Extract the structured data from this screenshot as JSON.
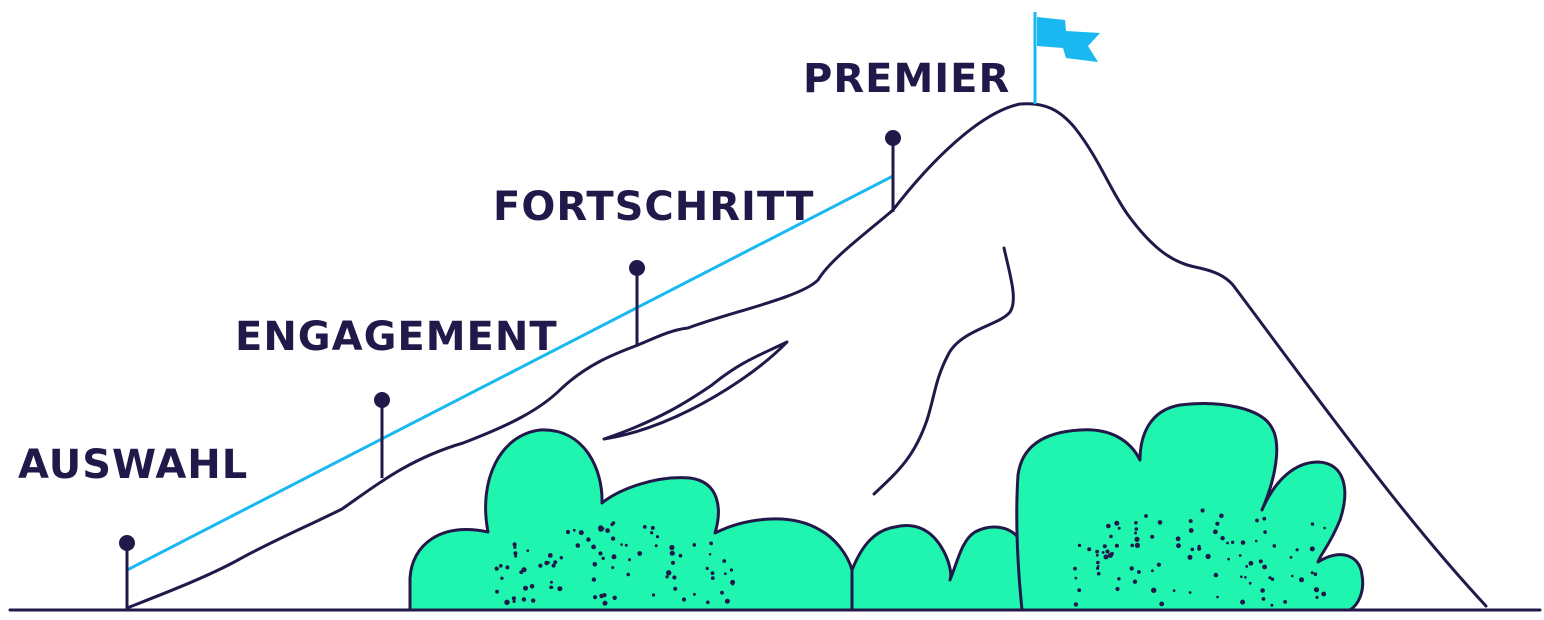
{
  "stages": [
    {
      "id": "auswahl",
      "label": "AUSWAHL"
    },
    {
      "id": "engagement",
      "label": "ENGAGEMENT"
    },
    {
      "id": "fortschritt",
      "label": "FORTSCHRITT"
    },
    {
      "id": "premier",
      "label": "PREMIER"
    }
  ],
  "colors": {
    "ink": "#23184a",
    "progress_line": "#1ab8f0",
    "flag": "#1ab8f0",
    "bush_fill": "#1ff5ae",
    "background": "#ffffff"
  },
  "icons": [
    "flag-icon",
    "mountain-illustration",
    "bush-illustration"
  ]
}
